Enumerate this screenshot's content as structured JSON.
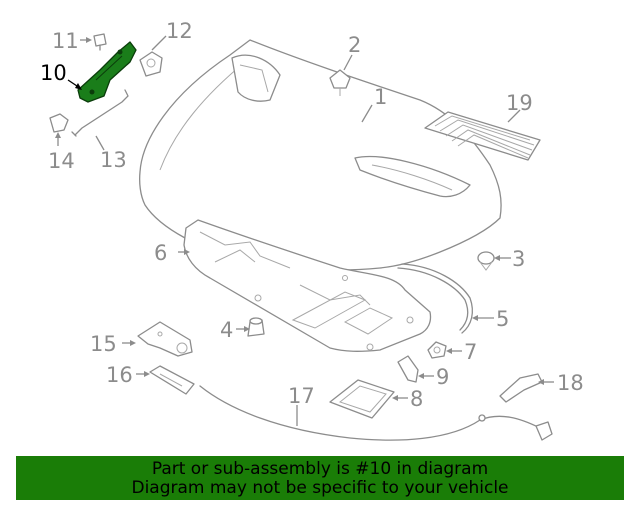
{
  "callouts": {
    "c1": "1",
    "c2": "2",
    "c3": "3",
    "c4": "4",
    "c5": "5",
    "c6": "6",
    "c7": "7",
    "c8": "8",
    "c9": "9",
    "c10": "10",
    "c11": "11",
    "c12": "12",
    "c13": "13",
    "c14": "14",
    "c15": "15",
    "c16": "16",
    "c17": "17",
    "c18": "18",
    "c19": "19"
  },
  "highlighted_part": "10",
  "colors": {
    "line": "#8c8c8c",
    "highlight": "#1a7d1a",
    "banner": "#1a7d07",
    "banner_text": "#000000"
  },
  "banner": {
    "line1": "Part or sub-assembly is #10 in diagram",
    "line2": "Diagram may not be specific to your vehicle"
  }
}
